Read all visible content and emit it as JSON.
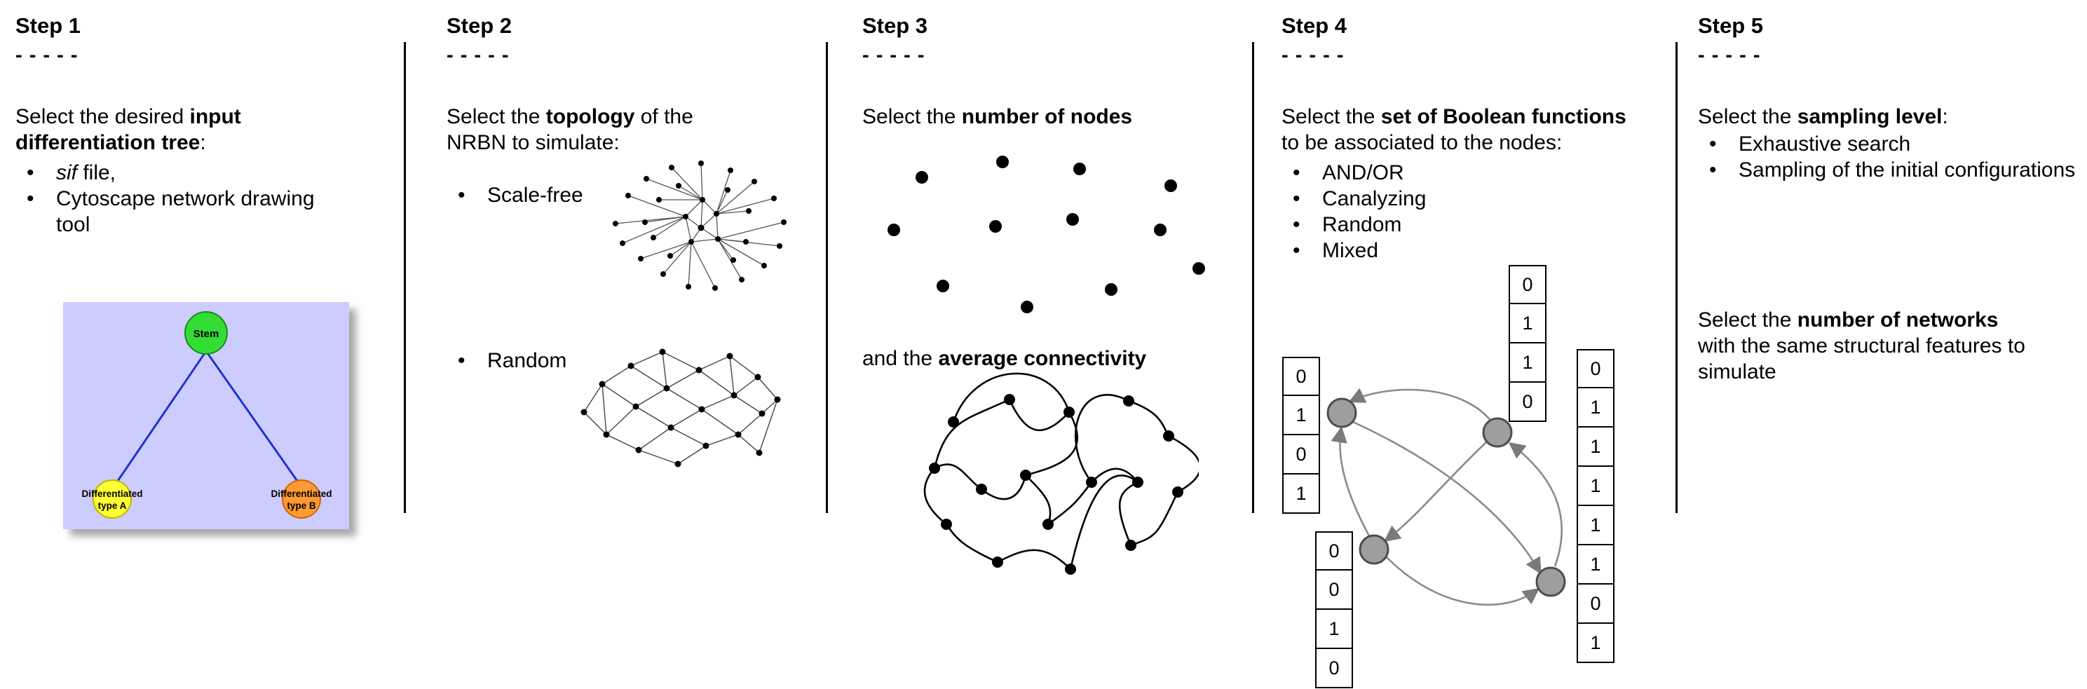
{
  "palette": {
    "tree_background": "#ccccff",
    "stem_node_color": "#33dd33",
    "type_a_node_color": "#ffff33",
    "type_b_node_color": "#ff9933",
    "tree_edge_color": "#2233cc",
    "boolean_node_color": "#9e9e9e",
    "divider_color": "#000000"
  },
  "steps": [
    {
      "title": "Step 1",
      "dashes": "- - - - -",
      "intro": [
        "Select the desired ",
        "input differentiation tree",
        ":"
      ],
      "bullets": [
        {
          "parts": [
            "sif",
            " file,"
          ]
        },
        {
          "parts": [
            "Cytoscape network drawing tool"
          ]
        }
      ],
      "tree": {
        "root": "Stem",
        "leaf_a_line1": "Differentiated",
        "leaf_a_line2": "type A",
        "leaf_b_line1": "Differentiated",
        "leaf_b_line2": "type B"
      }
    },
    {
      "title": "Step 2",
      "dashes": "- - - - -",
      "intro": [
        "Select the ",
        "topology",
        " of the NRBN to simulate:"
      ],
      "bullets": [
        {
          "label": "Scale-free"
        },
        {
          "label": "Random"
        }
      ]
    },
    {
      "title": "Step 3",
      "dashes": "- - - - -",
      "intro": [
        "Select the ",
        "number of nodes",
        ""
      ],
      "second": [
        "and the ",
        "average connectivity",
        ""
      ]
    },
    {
      "title": "Step 4",
      "dashes": "- - - - -",
      "intro": [
        "Select the ",
        "set of Boolean functions",
        " to be associated to the nodes:"
      ],
      "bullets": [
        {
          "label": "AND/OR"
        },
        {
          "label": "Canalyzing"
        },
        {
          "label": "Random"
        },
        {
          "label": "Mixed"
        }
      ],
      "diagram": {
        "tables": [
          {
            "name": "left",
            "values": [
              "0",
              "1",
              "0",
              "1"
            ]
          },
          {
            "name": "top",
            "values": [
              "0",
              "1",
              "1",
              "0"
            ]
          },
          {
            "name": "bottom-left",
            "values": [
              "0",
              "0",
              "1",
              "0"
            ]
          },
          {
            "name": "right",
            "values": [
              "0",
              "1",
              "1",
              "1",
              "1",
              "1",
              "0",
              "1"
            ]
          }
        ]
      }
    },
    {
      "title": "Step 5",
      "dashes": "- - - - -",
      "intro": [
        "Select the ",
        "sampling level",
        ":"
      ],
      "bullets": [
        {
          "label": "Exhaustive search"
        },
        {
          "label": "Sampling of the initial configurations"
        }
      ],
      "second": [
        "Select the ",
        "number of networks",
        " with the same structural features to simulate"
      ]
    }
  ]
}
